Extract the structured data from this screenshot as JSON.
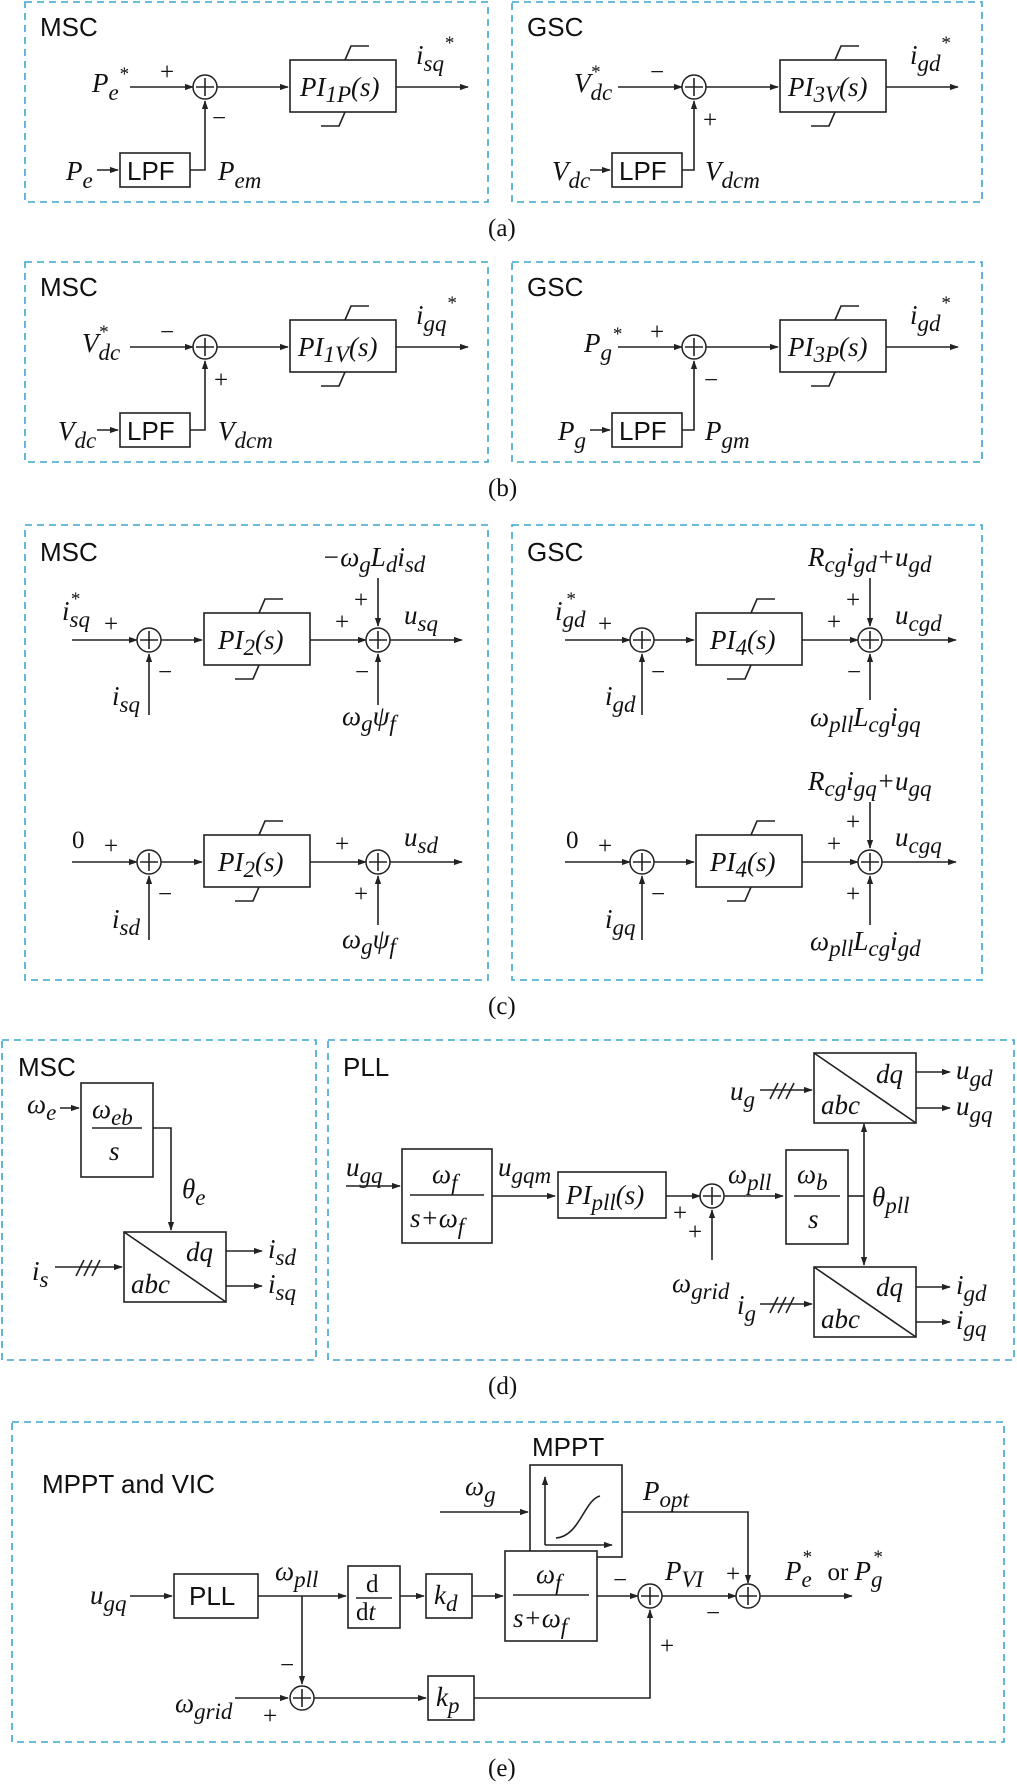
{
  "panels": {
    "a": {
      "caption": "(a)",
      "left": {
        "title": "MSC",
        "in_ref": "Pe*",
        "in_meas": "Pe",
        "filter": "LPF",
        "filtered": "Pem",
        "ctrl": "PI1P(s)",
        "out": "isq*",
        "sign_ref": "+",
        "sign_meas": "−"
      },
      "right": {
        "title": "GSC",
        "in_ref": "Vdc*",
        "in_meas": "Vdc",
        "filter": "LPF",
        "filtered": "Vdcm",
        "ctrl": "PI3V(s)",
        "out": "igd*",
        "sign_ref": "−",
        "sign_meas": "+"
      }
    },
    "b": {
      "caption": "(b)",
      "left": {
        "title": "MSC",
        "in_ref": "Vdc*",
        "in_meas": "Vdc",
        "filter": "LPF",
        "filtered": "Vdcm",
        "ctrl": "PI1V(s)",
        "out": "igq*",
        "sign_ref": "−",
        "sign_meas": "+"
      },
      "right": {
        "title": "GSC",
        "in_ref": "Pg*",
        "in_meas": "Pg",
        "filter": "LPF",
        "filtered": "Pgm",
        "ctrl": "PI3P(s)",
        "out": "igd*",
        "sign_ref": "+",
        "sign_meas": "−"
      }
    },
    "c": {
      "caption": "(c)",
      "left": {
        "title": "MSC",
        "loops": [
          {
            "ref": "isq*",
            "meas": "isq",
            "ctrl": "PI2(s)",
            "ff_top": "−ωgLdisd",
            "ff_bottom": "ωgψf",
            "out": "usq"
          },
          {
            "ref": "0",
            "meas": "isd",
            "ctrl": "PI2(s)",
            "ff_top": "",
            "ff_bottom": "ωgψf",
            "out": "usd"
          }
        ]
      },
      "right": {
        "title": "GSC",
        "loops": [
          {
            "ref": "igd*",
            "meas": "igd",
            "ctrl": "PI4(s)",
            "ff_top": "Rcgigd+ugd",
            "ff_bottom": "ωpllLcgigq",
            "out": "ucgd"
          },
          {
            "ref": "0",
            "meas": "igq",
            "ctrl": "PI4(s)",
            "ff_top": "Rcgigq+ugq",
            "ff_bottom": "ωpllLcgigd",
            "out": "ucgq"
          }
        ]
      },
      "signs": {
        "plus": "+",
        "minus": "−"
      }
    },
    "d": {
      "caption": "(d)",
      "left": {
        "title": "MSC",
        "omega_e": "ωe",
        "integrator_num": "ωeb",
        "integrator_den": "s",
        "theta": "θe",
        "is": "is",
        "abc": "abc",
        "dq": "dq",
        "isd": "isd",
        "isq": "isq"
      },
      "right": {
        "title": "PLL",
        "ugq": "ugq",
        "filt_num": "ωf",
        "filt_den": "s+ωf",
        "ugqm": "ugqm",
        "pi": "PIpll(s)",
        "omega_grid": "ωgrid",
        "omega_pll": "ωpll",
        "int_num": "ωb",
        "int_den": "s",
        "theta_pll": "θpll",
        "ug": "ug",
        "ugd": "ugd",
        "ugq_out": "ugq",
        "ig": "ig",
        "igd": "igd",
        "igq": "igq",
        "abc": "abc",
        "dq": "dq"
      }
    },
    "e": {
      "caption": "(e)",
      "title": "MPPT and VIC",
      "mppt_label": "MPPT",
      "omega_g": "ωg",
      "p_opt": "Popt",
      "ugq": "ugq",
      "pll": "PLL",
      "omega_pll": "ωpll",
      "deriv_num": "d",
      "deriv_den": "dt",
      "kd": "kd",
      "filt_num": "ωf",
      "filt_den": "s+ωf",
      "p_vi": "PVI",
      "omega_grid": "ωgrid",
      "kp": "kp",
      "output": "Pe* or Pg*"
    }
  }
}
